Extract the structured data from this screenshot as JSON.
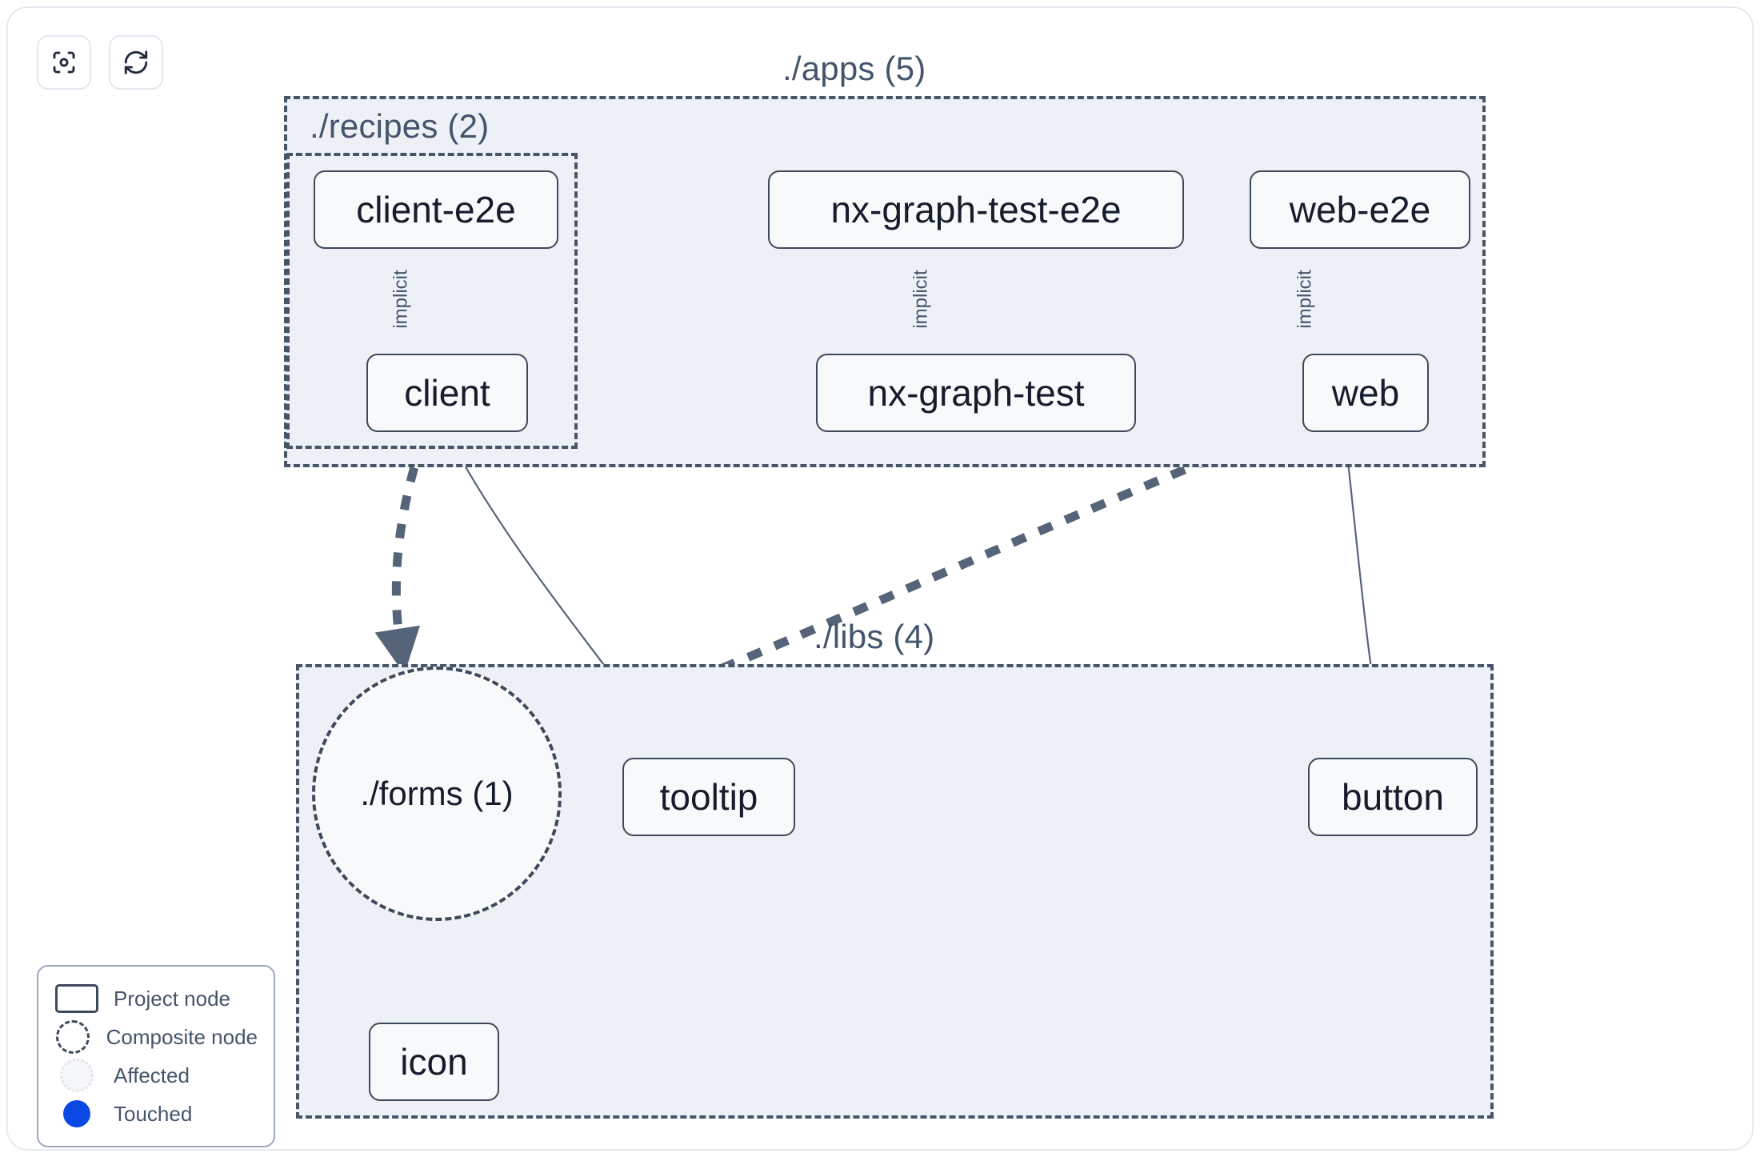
{
  "toolbar": {
    "buttons": [
      {
        "name": "focus-graph-button",
        "icon": "focus-target-icon",
        "title": "Focus graph"
      },
      {
        "name": "refresh-graph-button",
        "icon": "refresh-icon",
        "title": "Refresh graph"
      }
    ]
  },
  "graph": {
    "groups": [
      {
        "id": "apps",
        "label": "./apps (5)",
        "count": 5
      },
      {
        "id": "recipes",
        "label": "./recipes (2)",
        "count": 2
      },
      {
        "id": "libs",
        "label": "./libs (4)",
        "count": 4
      }
    ],
    "nodes": [
      {
        "id": "client-e2e",
        "label": "client-e2e",
        "type": "project",
        "group": "recipes"
      },
      {
        "id": "client",
        "label": "client",
        "type": "project",
        "group": "recipes"
      },
      {
        "id": "nx-graph-test-e2e",
        "label": "nx-graph-test-e2e",
        "type": "project",
        "group": "apps"
      },
      {
        "id": "nx-graph-test",
        "label": "nx-graph-test",
        "type": "project",
        "group": "apps"
      },
      {
        "id": "web-e2e",
        "label": "web-e2e",
        "type": "project",
        "group": "apps"
      },
      {
        "id": "web",
        "label": "web",
        "type": "project",
        "group": "apps"
      },
      {
        "id": "forms",
        "label": "./forms (1)",
        "type": "composite",
        "group": "libs"
      },
      {
        "id": "tooltip",
        "label": "tooltip",
        "type": "project",
        "group": "libs"
      },
      {
        "id": "button",
        "label": "button",
        "type": "project",
        "group": "libs"
      },
      {
        "id": "icon",
        "label": "icon",
        "type": "project",
        "group": "libs"
      }
    ],
    "edges": [
      {
        "source": "client-e2e",
        "target": "client",
        "label": "implicit",
        "style": "solid"
      },
      {
        "source": "nx-graph-test-e2e",
        "target": "nx-graph-test",
        "label": "implicit",
        "style": "solid"
      },
      {
        "source": "web-e2e",
        "target": "web",
        "label": "implicit",
        "style": "solid"
      },
      {
        "source": "client",
        "target": "forms",
        "label": "",
        "style": "dashed"
      },
      {
        "source": "client",
        "target": "tooltip",
        "label": "",
        "style": "solid"
      },
      {
        "source": "web",
        "target": "forms",
        "label": "",
        "style": "dashed"
      },
      {
        "source": "web",
        "target": "button",
        "label": "",
        "style": "solid"
      },
      {
        "source": "forms",
        "target": "icon",
        "label": "",
        "style": "dashed"
      }
    ],
    "edge_labels": [
      "implicit",
      "implicit",
      "implicit"
    ]
  },
  "legend": {
    "items": [
      {
        "symbol": "project-node-symbol",
        "label": "Project node"
      },
      {
        "symbol": "composite-node-symbol",
        "label": "Composite node"
      },
      {
        "symbol": "affected-symbol",
        "label": "Affected"
      },
      {
        "symbol": "touched-symbol",
        "label": "Touched"
      }
    ]
  },
  "colors": {
    "group_fill": "#edf0f5",
    "group_border": "#475569",
    "node_fill": "#f7f9fb",
    "node_border": "#3d4a5c",
    "node_text": "#151c2c",
    "label_text": "#44546b",
    "touched": "#0a48e4",
    "panel_border": "#e6e9f0"
  }
}
